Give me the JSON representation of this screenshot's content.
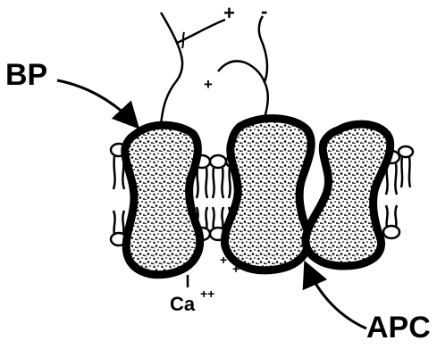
{
  "labels": {
    "bp": "BP",
    "apc": "APC",
    "calcium": "Ca",
    "calcium_charge": "++",
    "plus": "+",
    "minus": "-"
  }
}
